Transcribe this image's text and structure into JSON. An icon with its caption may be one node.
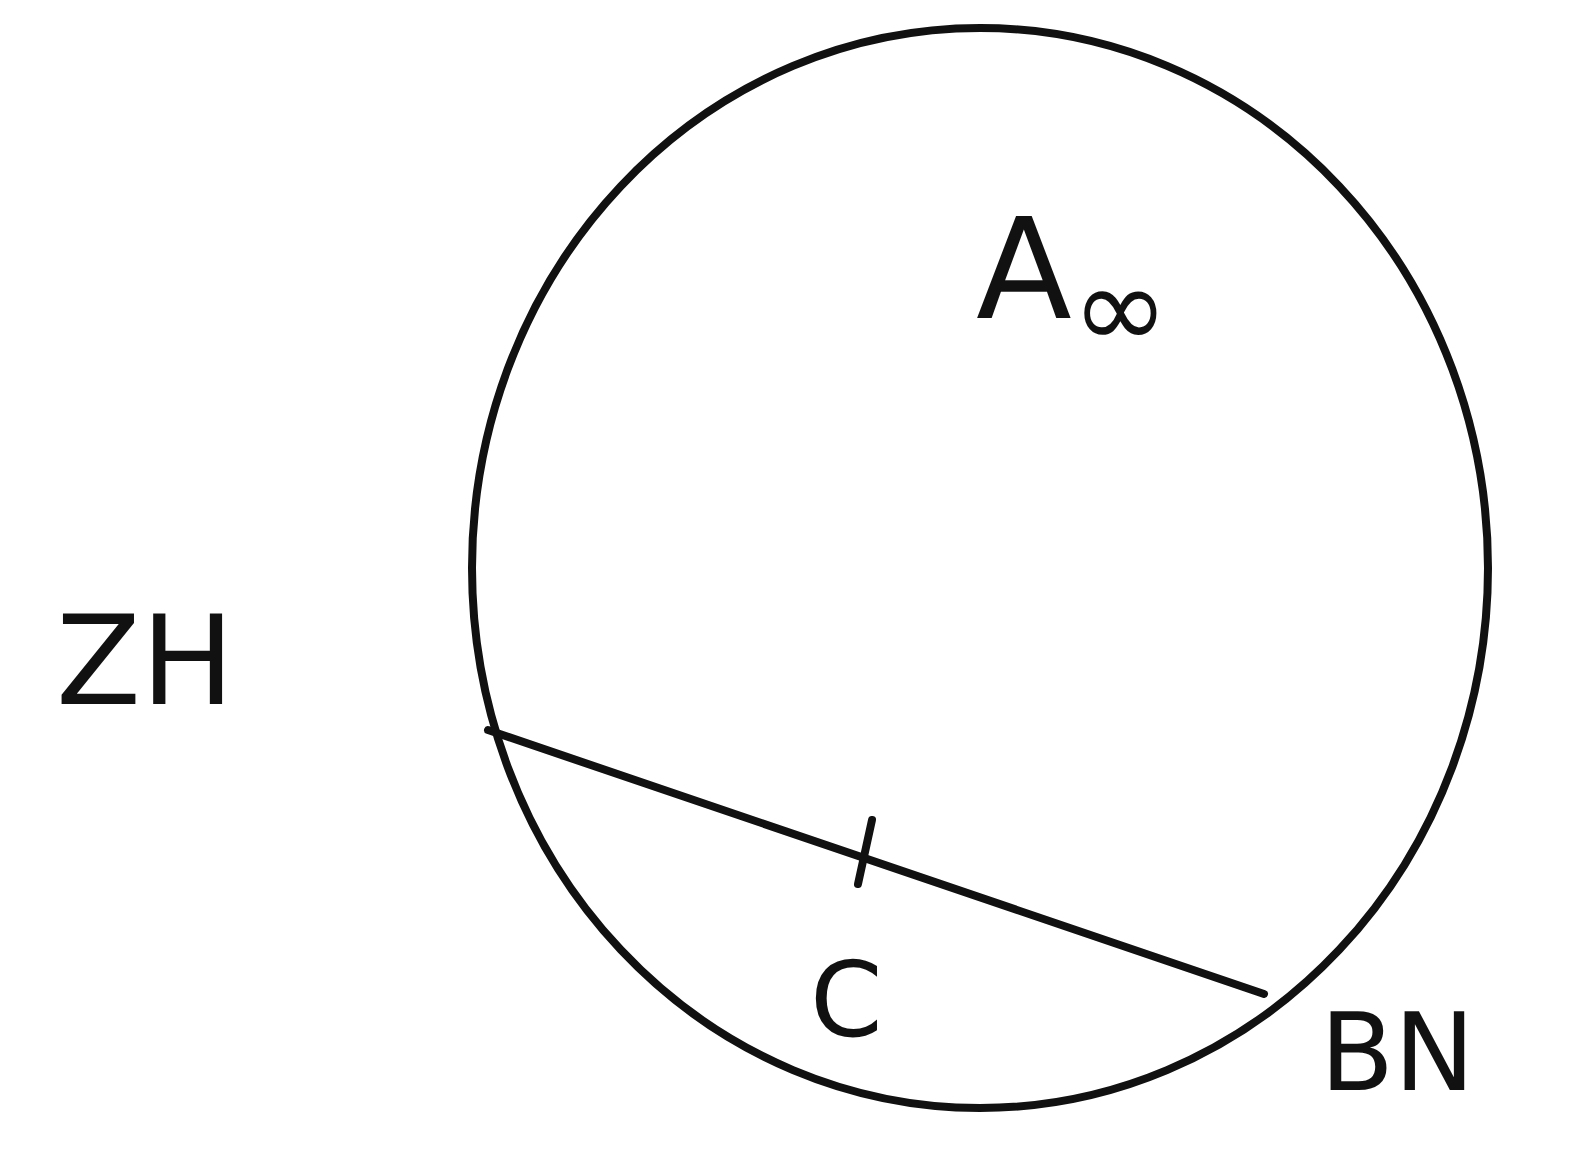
{
  "diagram": {
    "labels": [
      "A$_{∞}$",
      "ZH",
      "C",
      "BN"
    ]
  }
}
